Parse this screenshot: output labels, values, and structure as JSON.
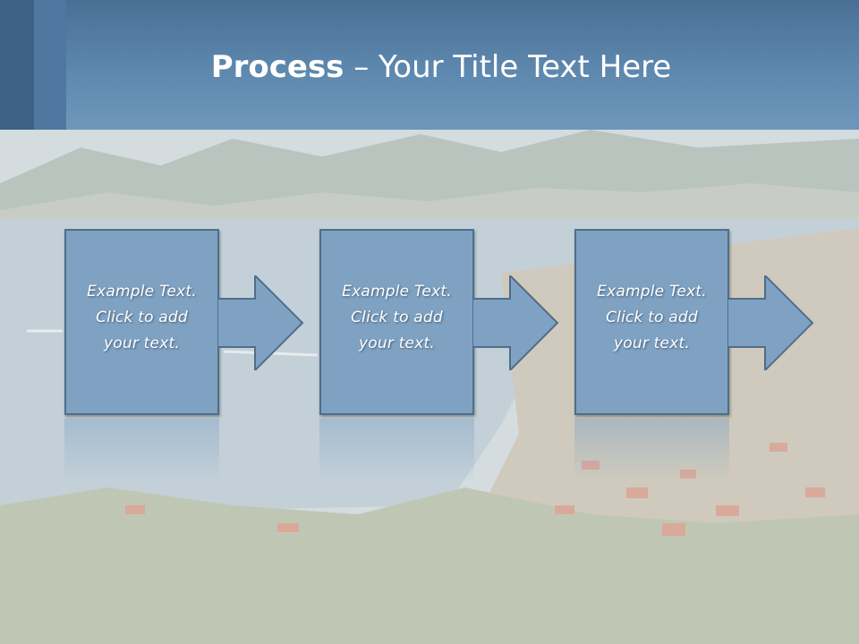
{
  "title": {
    "bold": "Process",
    "rest": " – Your Title Text Here"
  },
  "steps": [
    {
      "text": "Example Text.\nClick  to add\nyour text."
    },
    {
      "text": "Example Text.\nClick  to add\nyour text."
    },
    {
      "text": "Example Text.\nClick  to add\nyour text."
    }
  ],
  "colors": {
    "header": "#5e88ae",
    "box_fill": "#7fa2c3",
    "box_border": "#4f6e8c"
  }
}
